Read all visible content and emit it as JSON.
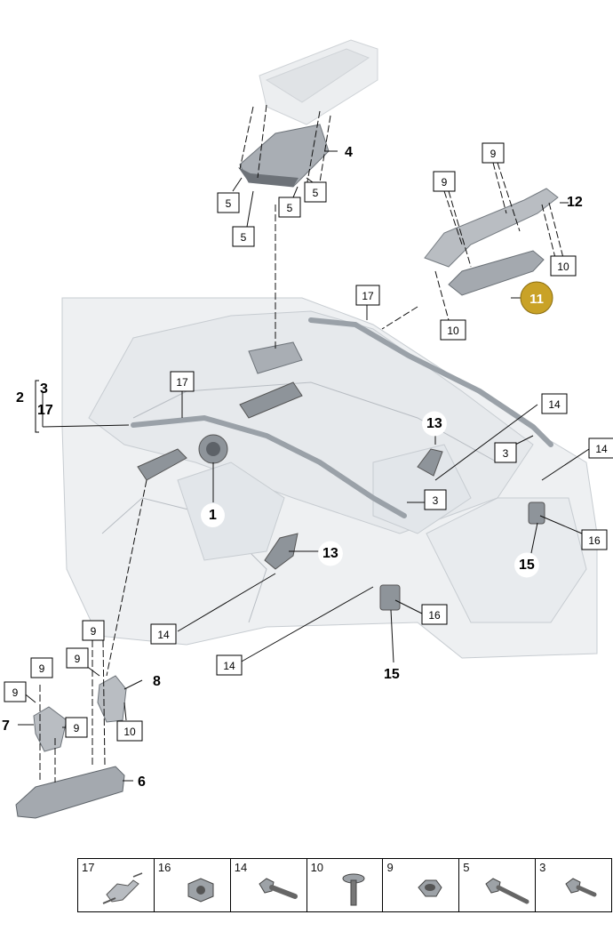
{
  "callouts": {
    "c1": "1",
    "c2": "2",
    "c3": "3",
    "c4": "4",
    "c5": "5",
    "c6": "6",
    "c7": "7",
    "c8": "8",
    "c9": "9",
    "c10": "10",
    "c11": "11",
    "c12": "12",
    "c13": "13",
    "c14": "14",
    "c15": "15",
    "c16": "16",
    "c17": "17"
  },
  "highlight_color": "#c9a227",
  "legend": [
    {
      "number": "17",
      "icon": "clip-icon"
    },
    {
      "number": "16",
      "icon": "square-nut-icon"
    },
    {
      "number": "14",
      "icon": "bolt-icon"
    },
    {
      "number": "10",
      "icon": "screw-icon"
    },
    {
      "number": "9",
      "icon": "hex-nut-icon"
    },
    {
      "number": "5",
      "icon": "long-bolt-icon"
    },
    {
      "number": "3",
      "icon": "short-bolt-icon"
    }
  ]
}
